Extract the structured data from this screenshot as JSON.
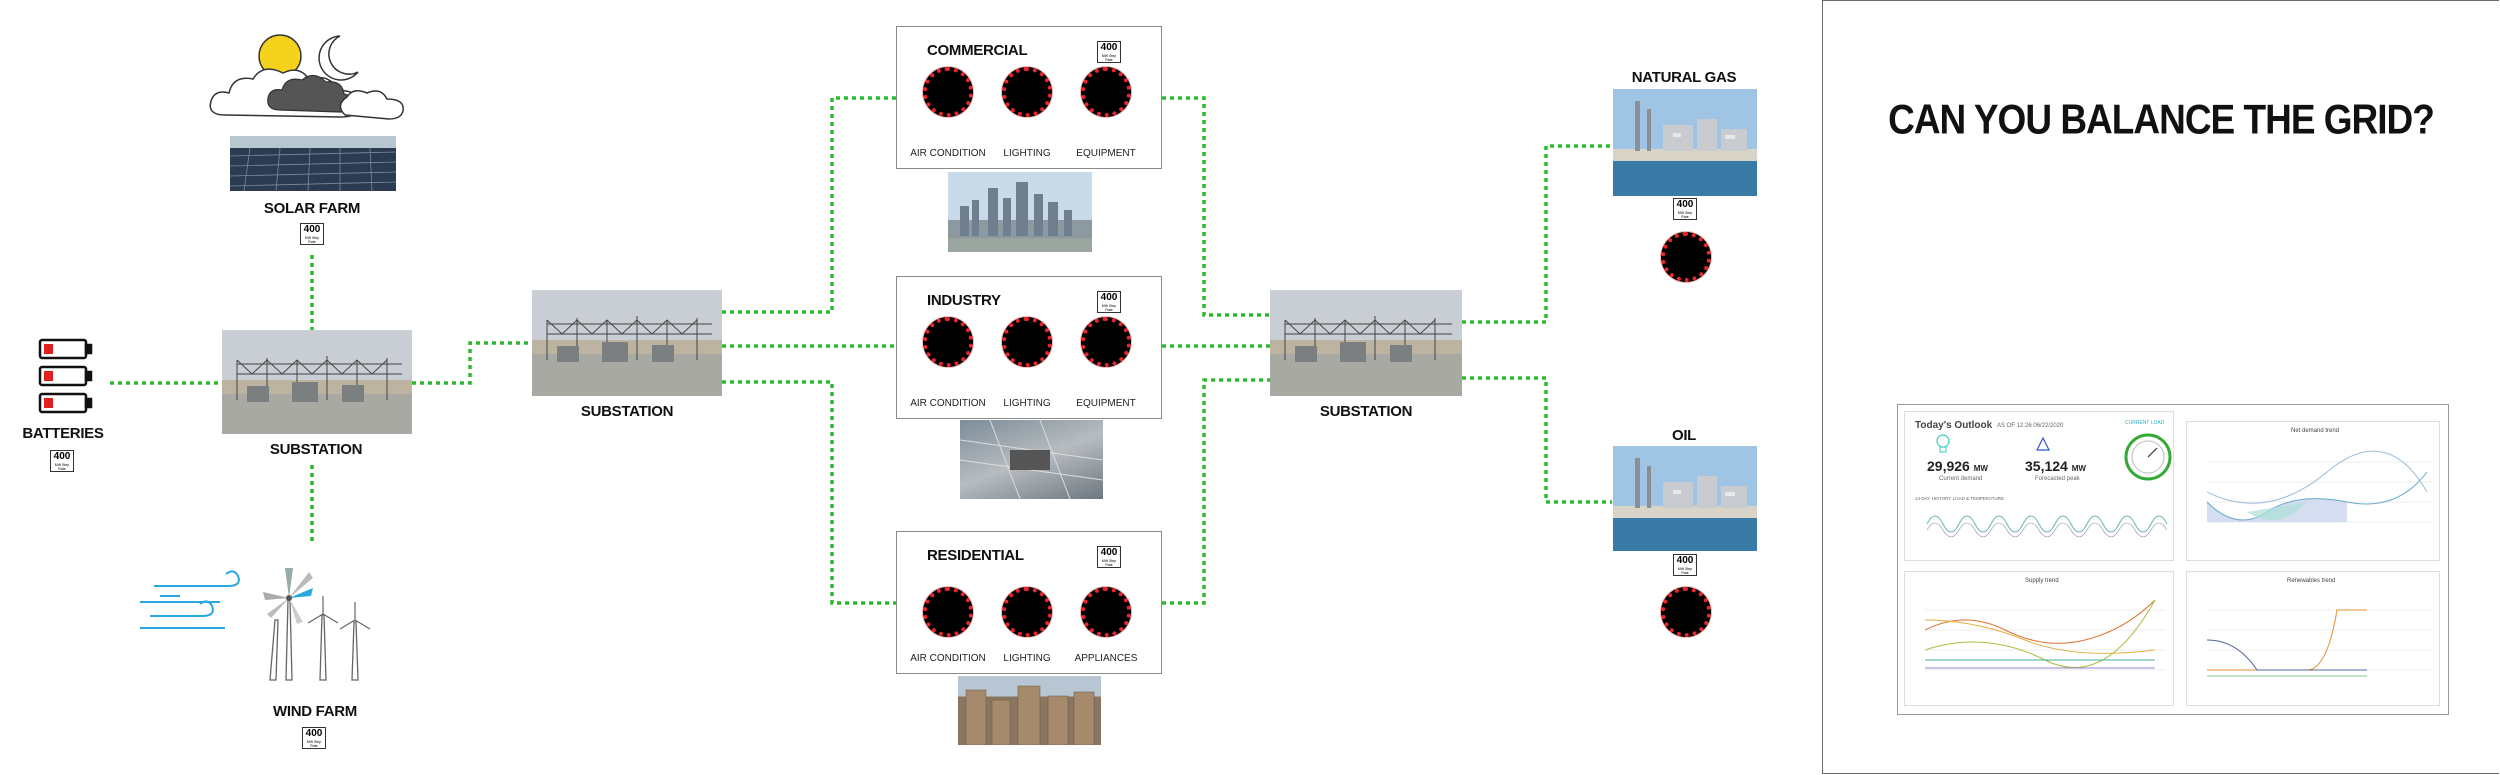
{
  "labels": {
    "solar_farm": "SOLAR FARM",
    "batteries": "BATTERIES",
    "substation_left": "SUBSTATION",
    "substation_center": "SUBSTATION",
    "substation_right": "SUBSTATION",
    "wind_farm": "WIND FARM",
    "natural_gas": "NATURAL GAS",
    "oil": "OIL"
  },
  "badge": {
    "value": "400",
    "unit": "MW Step Rate"
  },
  "panels": [
    {
      "title": "COMMERCIAL",
      "knobs": [
        "AIR CONDITION",
        "LIGHTING",
        "EQUIPMENT"
      ]
    },
    {
      "title": "INDUSTRY",
      "knobs": [
        "AIR CONDITION",
        "LIGHTING",
        "EQUIPMENT"
      ]
    },
    {
      "title": "RESIDENTIAL",
      "knobs": [
        "AIR CONDITION",
        "LIGHTING",
        "APPLIANCES"
      ]
    }
  ],
  "headline": "CAN YOU BALANCE THE GRID?",
  "dashboard": {
    "title": "Today's Outlook",
    "as_of": "AS OF 12:26 06/22/2020",
    "current_load_label": "CURRENT LOAD",
    "current_demand_value": "29,926",
    "current_demand_unit": "MW",
    "current_demand_label": "Current demand",
    "forecast_value": "35,124",
    "forecast_unit": "MW",
    "forecast_label": "Forecasted peak",
    "history_label": "14-DAY HISTORY LOAD & TEMPERATURE",
    "net_demand_title": "Net demand trend",
    "supply_title": "Supply trend",
    "renewables_title": "Renewables trend"
  },
  "colors": {
    "wire": "#2dbb2d",
    "knob_ring": "#e8252b",
    "battery_red": "#e02020",
    "wind_blue": "#29a8e0",
    "sun": "#f5d21b"
  }
}
